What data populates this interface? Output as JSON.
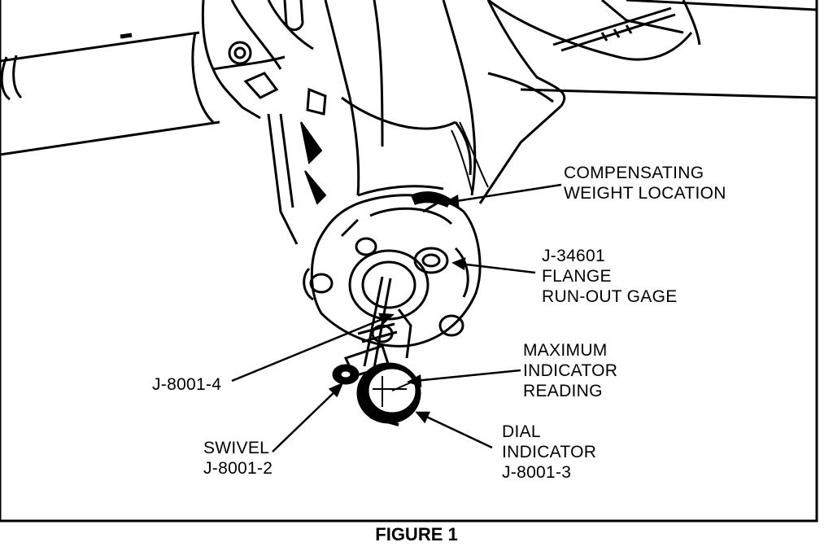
{
  "figure": {
    "caption": "FIGURE 1"
  },
  "labels": {
    "compensating_weight": [
      "COMPENSATING",
      "WEIGHT LOCATION"
    ],
    "runout_gage": [
      "J-34601",
      "FLANGE",
      "RUN-OUT GAGE"
    ],
    "maximum_reading": [
      "MAXIMUM",
      "INDICATOR",
      "READING"
    ],
    "j8001_4": [
      "J-8001-4"
    ],
    "swivel": [
      "SWIVEL",
      "J-8001-2"
    ],
    "dial_indicator": [
      "DIAL",
      "INDICATOR",
      "J-8001-3"
    ]
  }
}
